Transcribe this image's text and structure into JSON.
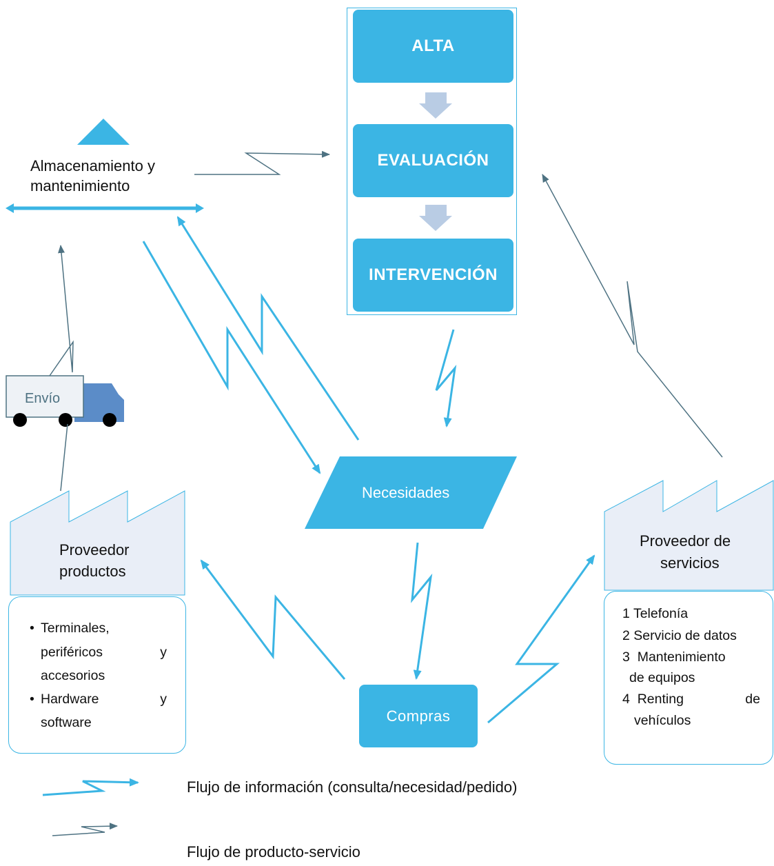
{
  "stages": {
    "alta": "ALTA",
    "evaluacion": "EVALUACIÓN",
    "intervencion": "INTERVENCIÓN"
  },
  "storage": {
    "line1": "Almacenamiento y",
    "line2": "mantenimiento"
  },
  "truck_label": "Envío",
  "needs_label": "Necesidades",
  "purchases_label": "Compras",
  "product_supplier": {
    "line1": "Proveedor",
    "line2": "productos",
    "items": [
      {
        "line1_word1": "Terminales,",
        "line2_word1": "periféricos",
        "line2_word2": "y",
        "line3": "accesorios"
      },
      {
        "line1_word1": "Hardware",
        "line1_word2": "y",
        "line2": "software"
      }
    ]
  },
  "service_supplier": {
    "line1": "Proveedor de",
    "line2": "servicios",
    "items": [
      {
        "num": "1",
        "text": "Telefonía"
      },
      {
        "num": "2",
        "text": "Servicio de datos"
      },
      {
        "num": "3",
        "text": "Mantenimiento",
        "cont": "de equipos"
      },
      {
        "num": "4",
        "text": "Renting",
        "text_end": "de",
        "cont": "vehículos"
      }
    ]
  },
  "legend": {
    "info_flow": "Flujo de información (consulta/necesidad/pedido)",
    "product_flow": "Flujo de producto-servicio"
  },
  "colors": {
    "accent_blue": "#3bb5e4",
    "arrow_grey": "#b9cce4",
    "thin_arrow": "#4e7282",
    "factory_fill": "#e9eef7",
    "truck_blue": "#5b8cc8",
    "truck_body": "#eef2f6"
  }
}
